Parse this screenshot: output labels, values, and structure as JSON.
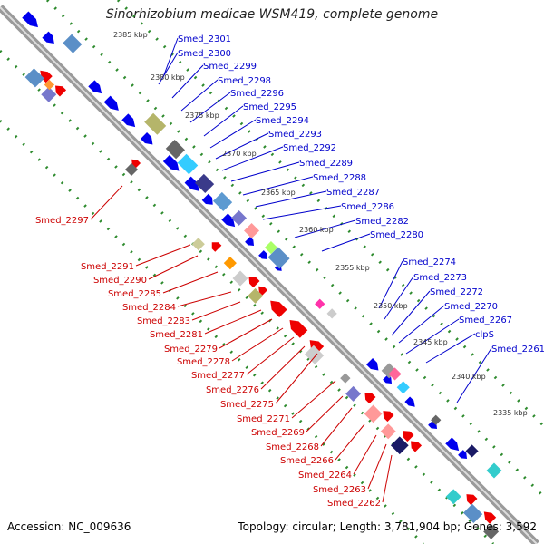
{
  "title": "Sinorhizobium medicae WSM419, complete genome",
  "accession": "Accession: NC_009636",
  "topology_label": "Topology: circular; Length: 3,781,904 bp; Genes: 3,592",
  "colors": {
    "backbone": "#8a8a8a",
    "scale_dots": "#2e8b2e",
    "label_forward": "#0000cc",
    "label_reverse": "#cc0000",
    "gene_blue": "#0000ee",
    "gene_red": "#ee0000"
  },
  "kbp_labels": [
    "2385 kbp",
    "2380 kbp",
    "2375 kbp",
    "2370 kbp",
    "2365 kbp",
    "2360 kbp",
    "2355 kbp",
    "2350 kbp",
    "2345 kbp",
    "2340 kbp",
    "2335 kbp"
  ],
  "forward_genes": [
    "Smed_2301",
    "Smed_2300",
    "Smed_2299",
    "Smed_2298",
    "Smed_2296",
    "Smed_2295",
    "Smed_2294",
    "Smed_2293",
    "Smed_2292",
    "Smed_2289",
    "Smed_2288",
    "Smed_2287",
    "Smed_2286",
    "Smed_2282",
    "Smed_2280",
    "Smed_2274",
    "Smed_2273",
    "Smed_2272",
    "Smed_2270",
    "Smed_2267",
    "clpS",
    "Smed_2261"
  ],
  "reverse_genes": [
    "Smed_2297",
    "Smed_2291",
    "Smed_2290",
    "Smed_2285",
    "Smed_2284",
    "Smed_2283",
    "Smed_2281",
    "Smed_2279",
    "Smed_2278",
    "Smed_2277",
    "Smed_2276",
    "Smed_2275",
    "Smed_2271",
    "Smed_2269",
    "Smed_2268",
    "Smed_2266",
    "Smed_2264",
    "Smed_2263",
    "Smed_2262"
  ]
}
